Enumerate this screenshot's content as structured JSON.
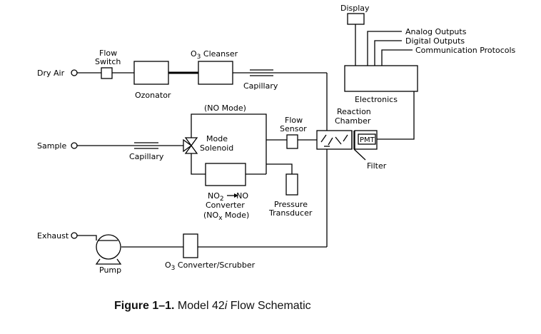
{
  "labels": {
    "display": "Display",
    "analog_outputs": "Analog Outputs",
    "digital_outputs": "Digital Outputs",
    "communication_protocols": "Communication Protocols",
    "flow_switch_line1": "Flow",
    "flow_switch_line2": "Switch",
    "dry_air": "Dry Air",
    "o3_cleanser_prefix": "O",
    "o3_cleanser_sub": "3",
    "o3_cleanser_rest": " Cleanser",
    "ozonator": "Ozonator",
    "capillary_top": "Capillary",
    "electronics": "Electronics",
    "no_mode": "(NO Mode)",
    "flow_sensor_line1": "Flow",
    "flow_sensor_line2": "Sensor",
    "reaction_chamber_line1": "Reaction",
    "reaction_chamber_line2": "Chamber",
    "sample": "Sample",
    "mode_solenoid_line1": "Mode",
    "mode_solenoid_line2": "Solenoid",
    "pmt": "PMT",
    "filter": "Filter",
    "capillary_sample": "Capillary",
    "converter_no2": "NO",
    "converter_no2_sub": "2",
    "converter_arrow_no": "NO",
    "converter_line2": "Converter",
    "converter_line3_prefix": "(NO",
    "converter_line3_sub": "x",
    "converter_line3_rest": " Mode)",
    "pressure_line1": "Pressure",
    "pressure_line2": "Transducer",
    "exhaust": "Exhaust",
    "pump": "Pump",
    "o3_converter_prefix": "O",
    "o3_converter_sub": "3",
    "o3_converter_rest": " Converter/Scrubber"
  },
  "caption": {
    "number": "Figure 1–1.",
    "text_before": " Model 42",
    "model_suffix": "i",
    "text_after": " Flow Schematic"
  }
}
